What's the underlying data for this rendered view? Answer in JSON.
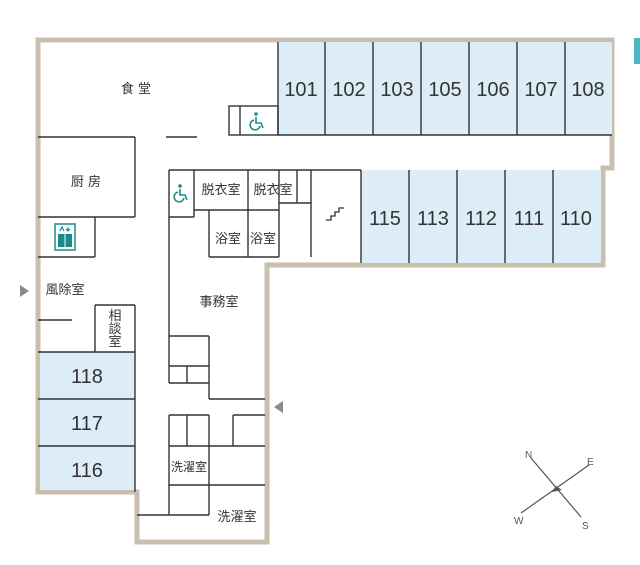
{
  "colors": {
    "wall_outer": "#c8bfae",
    "wall_inner": "#333333",
    "room_blue": "#dcedf8",
    "accent_teal": "#1a8a8a",
    "arrow_gray": "#8a8a8a",
    "compass": "#555555"
  },
  "rooms": {
    "r101": "101",
    "r102": "102",
    "r103": "103",
    "r105": "105",
    "r106": "106",
    "r107": "107",
    "r108": "108",
    "r115": "115",
    "r113": "113",
    "r112": "112",
    "r111": "111",
    "r110": "110",
    "r118": "118",
    "r117": "117",
    "r116": "116"
  },
  "labels": {
    "dining": "食 堂",
    "kitchen": "厨 房",
    "changing_1": "脱衣室",
    "changing_2": "脱衣室",
    "bath_1": "浴室",
    "bath_2": "浴室",
    "office": "事務室",
    "windbreak": "風除室",
    "consult_1": "相",
    "consult_2": "談",
    "consult_3": "室",
    "laundry_1": "洗濯室",
    "laundry_2": "洗濯室"
  },
  "icons": {
    "wheelchair_1": "wheelchair-icon",
    "wheelchair_2": "wheelchair-icon",
    "elevator": "elevator-icon",
    "stairs": "stairs-icon",
    "entrance_west": "entrance-arrow-icon",
    "entrance_east": "entrance-arrow-icon"
  },
  "compass": {
    "n": "N",
    "e": "E",
    "s": "S",
    "w": "W"
  }
}
